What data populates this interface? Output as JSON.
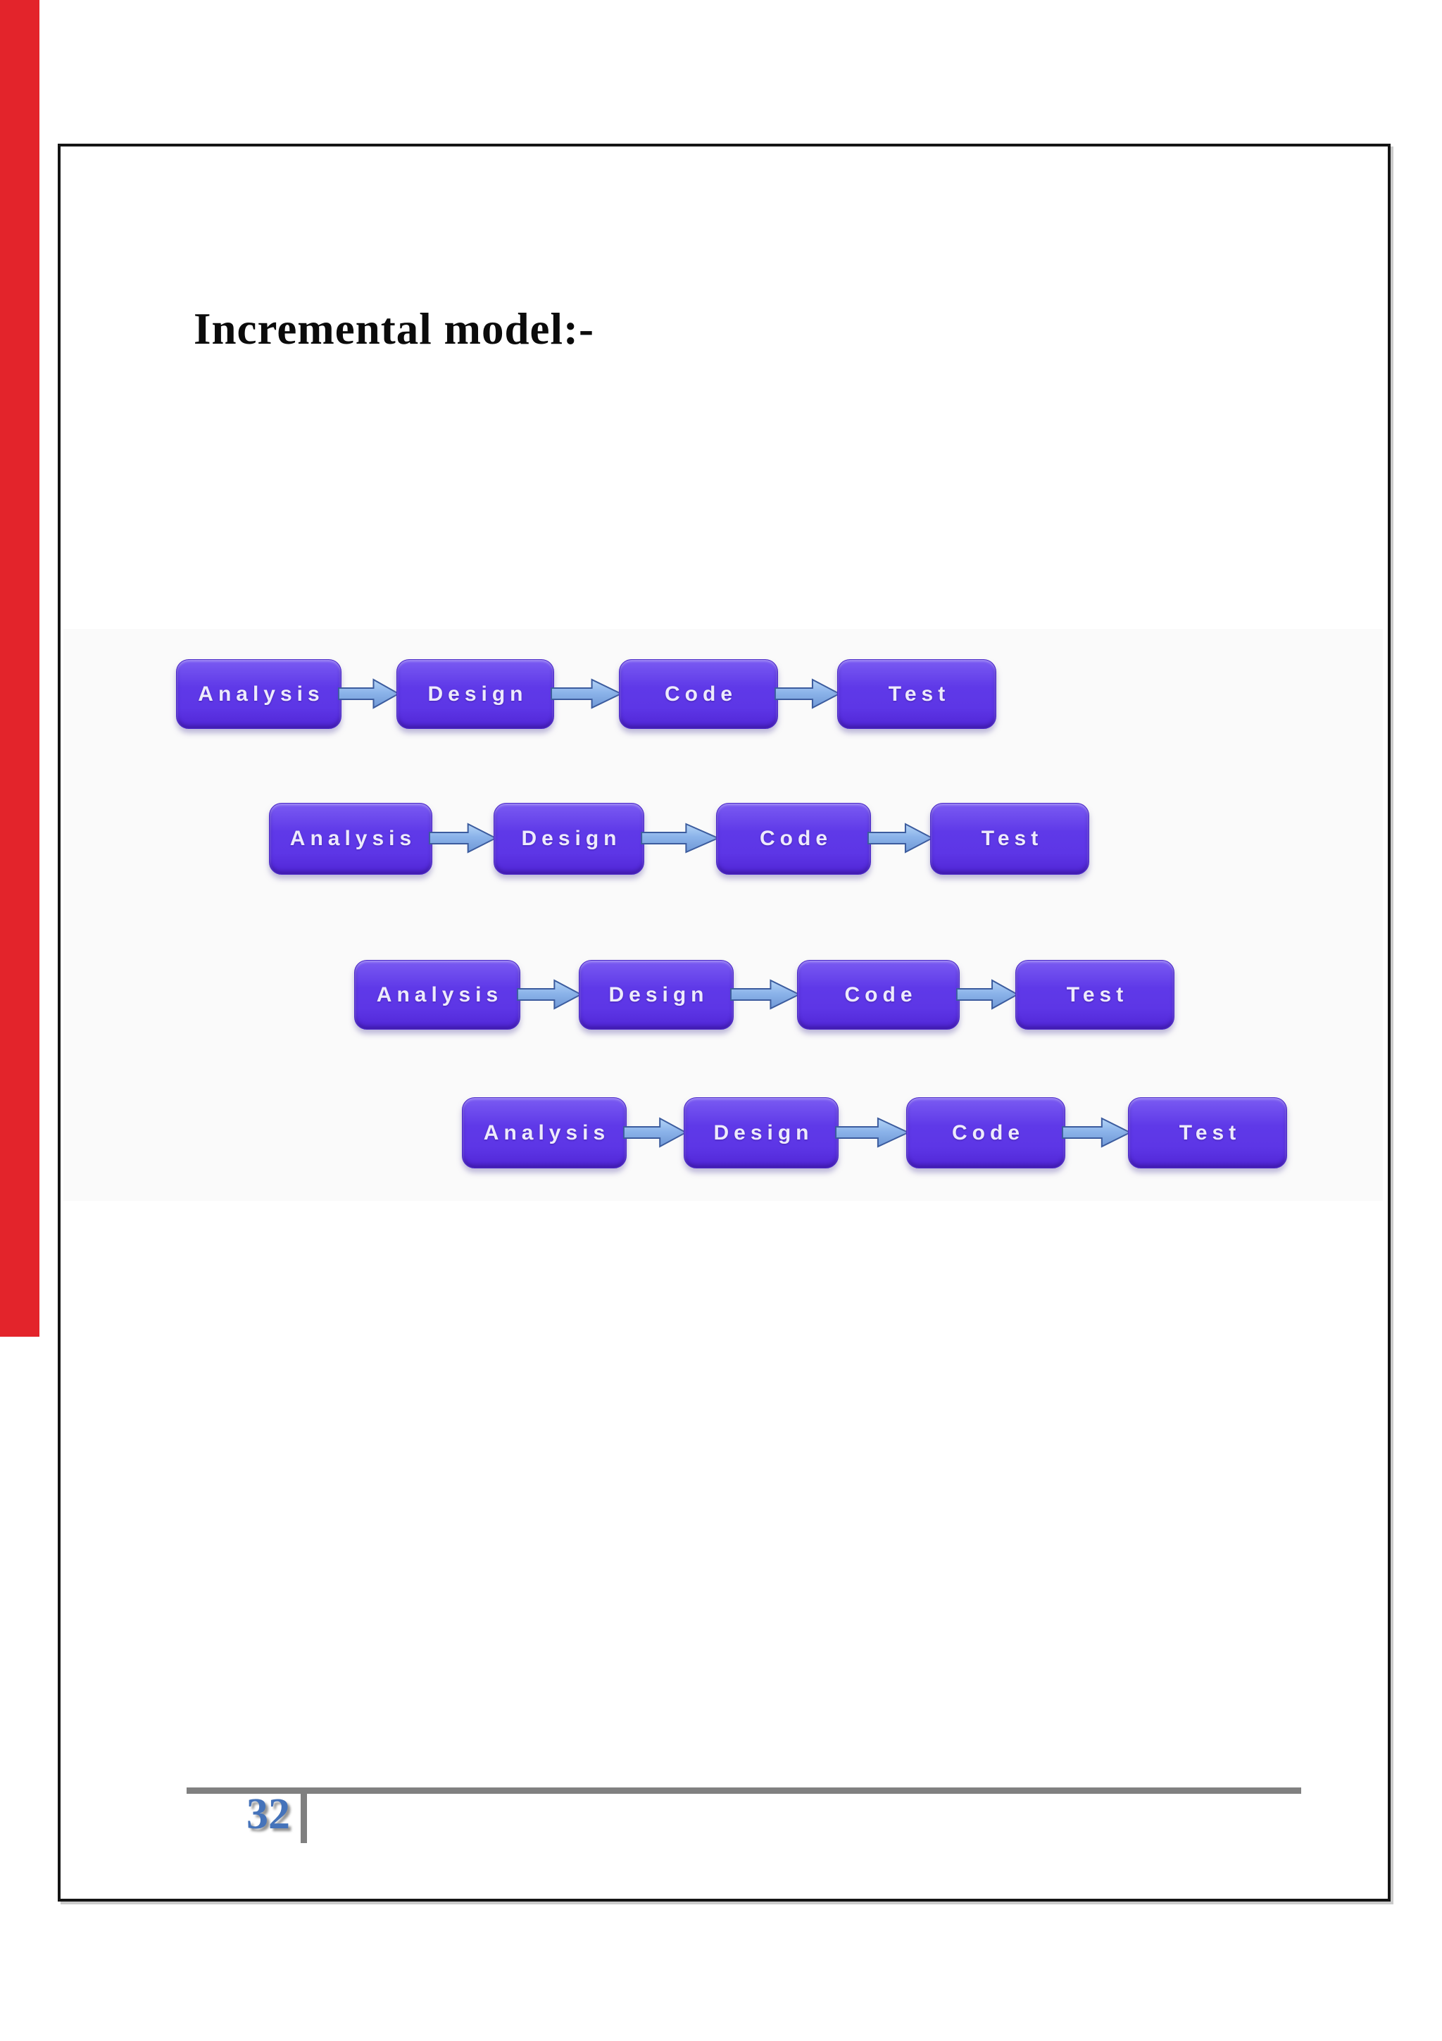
{
  "page": {
    "title": "Incremental model:-"
  },
  "diagram": {
    "name": "incremental-model-flow",
    "stage_labels": [
      "Analysis",
      "Design",
      "Code",
      "Test"
    ],
    "increments": [
      {
        "stages": [
          "Analysis",
          "Design",
          "Code",
          "Test"
        ]
      },
      {
        "stages": [
          "Analysis",
          "Design",
          "Code",
          "Test"
        ]
      },
      {
        "stages": [
          "Analysis",
          "Design",
          "Code",
          "Test"
        ]
      },
      {
        "stages": [
          "Analysis",
          "Design",
          "Code",
          "Test"
        ]
      }
    ],
    "colors": {
      "box_fill": "#5d36e6",
      "box_highlight": "#7a5bf2",
      "box_border": "#4a28c8",
      "box_text": "#edeafc",
      "arrow_fill_top": "#aacdf4",
      "arrow_fill_bottom": "#6f98d6",
      "arrow_outline": "#3c5c9e"
    }
  },
  "footer": {
    "page_number": "32",
    "line_color": "#808080",
    "number_color": "#4573ba"
  },
  "decor": {
    "red_stripe_color": "#e3242b",
    "page_border_color": "#151515",
    "diagram_background": "#fafafa"
  }
}
